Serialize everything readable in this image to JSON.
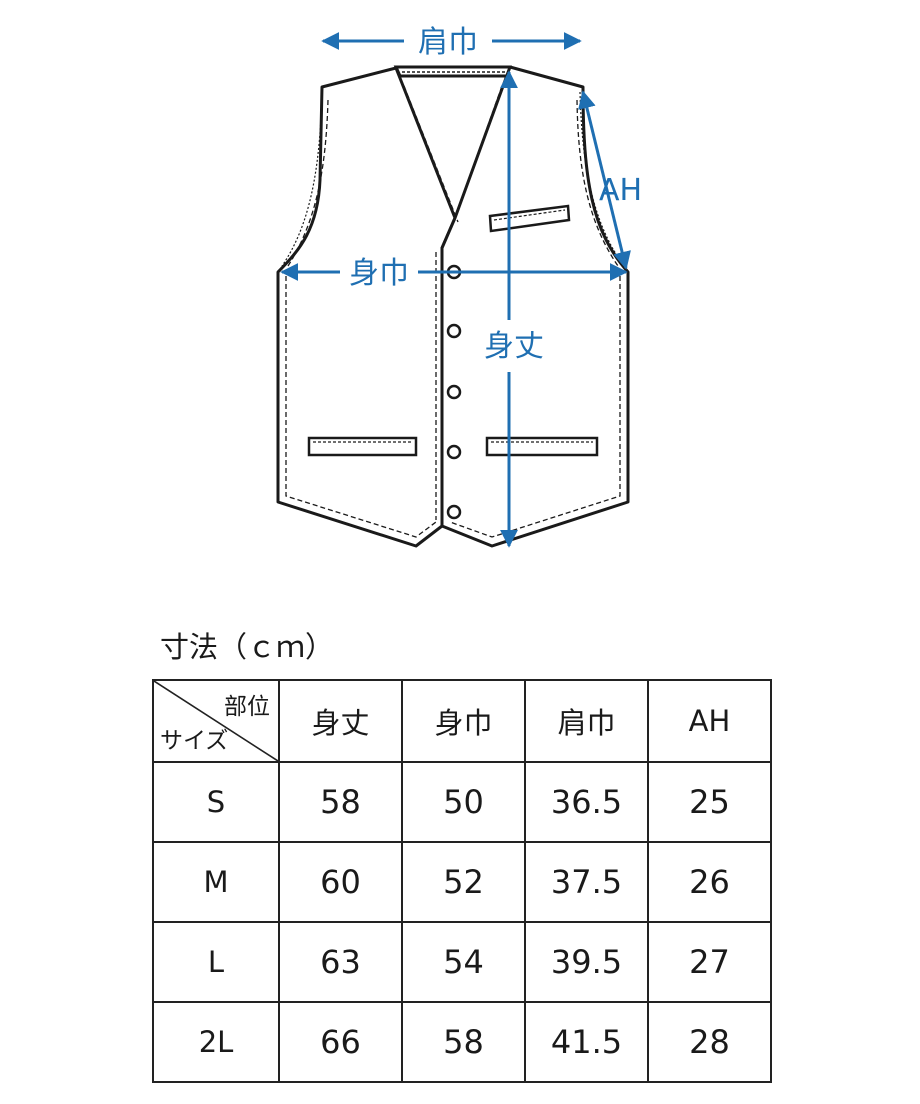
{
  "diagram": {
    "labels": {
      "shoulder_width": "肩巾",
      "ah": "AH",
      "body_width": "身巾",
      "body_length": "身丈"
    },
    "colors": {
      "outline": "#1a1a1a",
      "dimension": "#1f6fb2"
    }
  },
  "table": {
    "title": "寸法（ｃｍ）",
    "corner_top": "部位",
    "corner_bottom": "サイズ",
    "headers": [
      "身丈",
      "身巾",
      "肩巾",
      "AH"
    ],
    "rows": [
      {
        "size": "S",
        "values": [
          "58",
          "50",
          "36.5",
          "25"
        ]
      },
      {
        "size": "M",
        "values": [
          "60",
          "52",
          "37.5",
          "26"
        ]
      },
      {
        "size": "L",
        "values": [
          "63",
          "54",
          "39.5",
          "27"
        ]
      },
      {
        "size": "2L",
        "values": [
          "66",
          "58",
          "41.5",
          "28"
        ]
      }
    ]
  }
}
